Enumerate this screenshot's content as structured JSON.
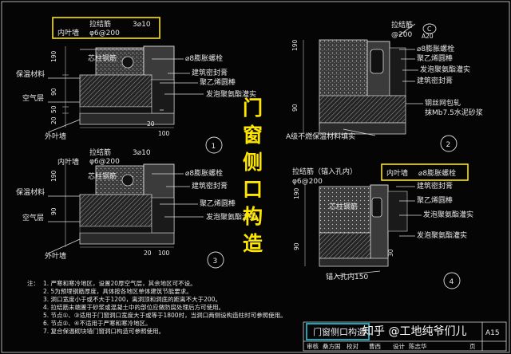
{
  "labels": {
    "inner_wall": "内叶墙",
    "tie_rebar": "拉结筋",
    "tie_spec_a": "φ6@200",
    "tie_spec_b": "φ6@200",
    "tie_spec_c": "@200",
    "tie_spec_d": "φ6@200",
    "tie_anchor": "拉结筋（锚入孔内）",
    "bar_3phi10_a": "3⌀10",
    "bar_3phi10_b": "3⌀10",
    "core_rebar": "芯柱钢筋",
    "bolt_8": "⌀8膨胀螺栓",
    "sealant": "建筑密封膏",
    "pe_rod": "聚乙烯圆棒",
    "pu_foam": "发泡聚氨酯灌实",
    "insulation": "保温材料",
    "air_layer": "空气层",
    "outer_wall": "外叶墙",
    "a_grade": "A级不燃保温材料填实",
    "steel_mesh": "钢丝网包轧",
    "mortar": "抹Mb7.5水泥砂浆",
    "anchor_hole": "锚入孔内150",
    "c_label": "C",
    "a20_label": "A20"
  },
  "dims": {
    "d190": "190",
    "d90": "90",
    "d50": "50",
    "d20": "20",
    "d100": "100",
    "d30": "30"
  },
  "numbers": {
    "n1": "1",
    "n2": "2",
    "n3": "3",
    "n4": "4"
  },
  "title_chars": [
    "门",
    "窗",
    "侧",
    "口",
    "构",
    "造"
  ],
  "notes": {
    "head": "注：",
    "lines": [
      "1. 严寒和寒冷地区，设置20厚空气层，其余地区可不设。",
      "2. 5为预埋钢筋厚度，具体按各地区单体建筑节能要求。",
      "3. 洞口宽度小于或不大于1200，离洞顶和洞底的距离不大于200。",
      "4. 拉结筋末端置于砂浆或混凝土中的部位应做防腐处理后方可使用。",
      "5. 节点①、③适用于门窗洞口宽度大于或等于1800时，当洞口两侧设构造柱时可参照使用。",
      "6. 节点②、④不适用于严寒和寒冷地区。",
      "7. 复合保温砌块墙门窗洞口构造可参照使用。"
    ]
  },
  "titleblock": {
    "name": "门窗侧口构造",
    "sheet": "A15",
    "cells": [
      "审核",
      "桑方国",
      "校对",
      "曹西",
      "设计",
      "陈志华",
      "页"
    ]
  },
  "watermark": "知乎 @工地纯爷们儿",
  "colors": {
    "highlight": "#ffe600",
    "caption_box": "#1fb5c9",
    "background": "#050505"
  }
}
